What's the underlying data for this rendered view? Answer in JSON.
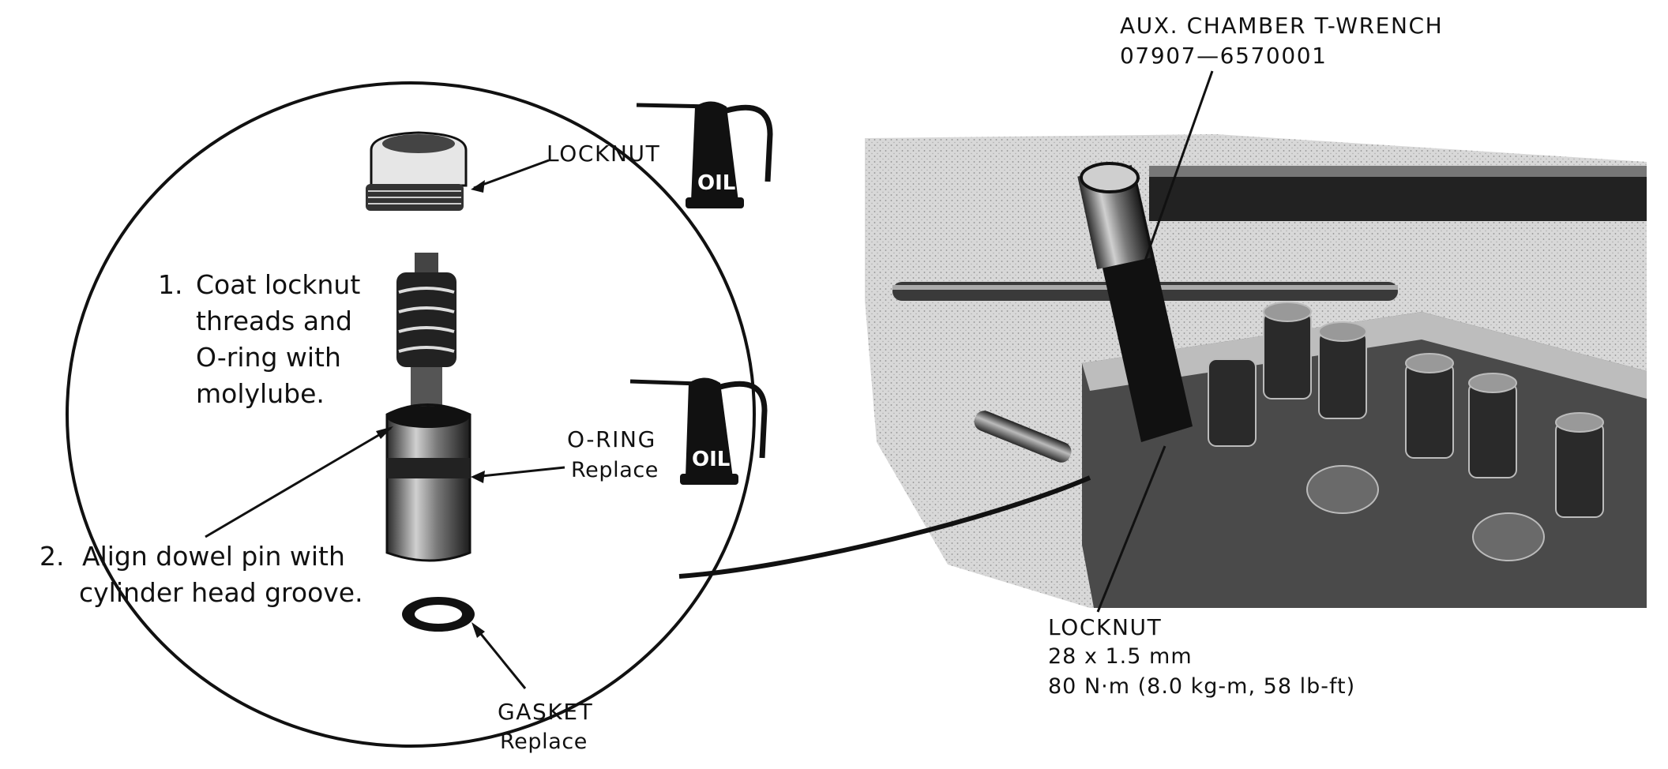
{
  "labels": {
    "locknut_left": "LOCKNUT",
    "oil_top": "OIL",
    "oil_bottom": "OIL",
    "oring": "O-RING",
    "oring_action": "Replace",
    "gasket": "GASKET",
    "gasket_action": "Replace",
    "tool_name": "AUX. CHAMBER T-WRENCH",
    "tool_number": "07907—6570001",
    "locknut_right": "LOCKNUT",
    "locknut_size": "28 x 1.5 mm",
    "locknut_torque": "80 N·m (8.0 kg-m, 58 lb-ft)"
  },
  "steps": [
    {
      "number": "1.",
      "lines": [
        "Coat locknut",
        "threads and",
        "O-ring with",
        "molylube."
      ]
    },
    {
      "number": "2.",
      "lines": [
        "Align dowel pin with",
        "cylinder head groove."
      ]
    }
  ],
  "colors": {
    "ink": "#111111",
    "background": "#ffffff",
    "photo_bg": "#d9d9d9"
  }
}
